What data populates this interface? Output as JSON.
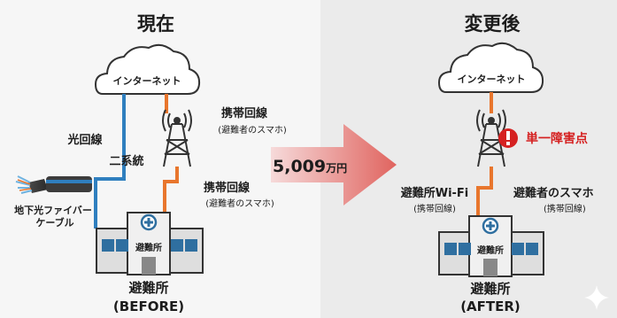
{
  "left_panel": {
    "title": "現在",
    "cloud_label": "インターネット",
    "fiber_line_label": "光回線",
    "dual_system_label": "二系統",
    "mobile_line_top": {
      "label": "携帯回線",
      "sub": "(避難者のスマホ)"
    },
    "mobile_line_bottom": {
      "label": "携帯回線",
      "sub": "(避難者のスマホ)"
    },
    "fiber_cable_label": [
      "地下光ファイバー",
      "ケーブル"
    ],
    "building_sign": "避難所",
    "caption": [
      "避難所",
      "(BEFORE)"
    ]
  },
  "cost_arrow": {
    "amount": "5,009",
    "unit": "万円"
  },
  "right_panel": {
    "title": "変更後",
    "cloud_label": "インターネット",
    "warning_label": "単一障害点",
    "wifi_label": {
      "label": "避難所Wi-Fi",
      "sub": "(携帯回線)"
    },
    "evacuee_label": {
      "label": "避難者のスマホ",
      "sub": "(携帯回線)"
    },
    "building_sign": "避難所",
    "caption": [
      "避難所",
      "(AFTER)"
    ]
  },
  "colors": {
    "fiber": "#2f7fbf",
    "mobile": "#e8762d",
    "warning": "#d52121",
    "arrow": "#e0645f",
    "text": "#1c1c1c"
  }
}
